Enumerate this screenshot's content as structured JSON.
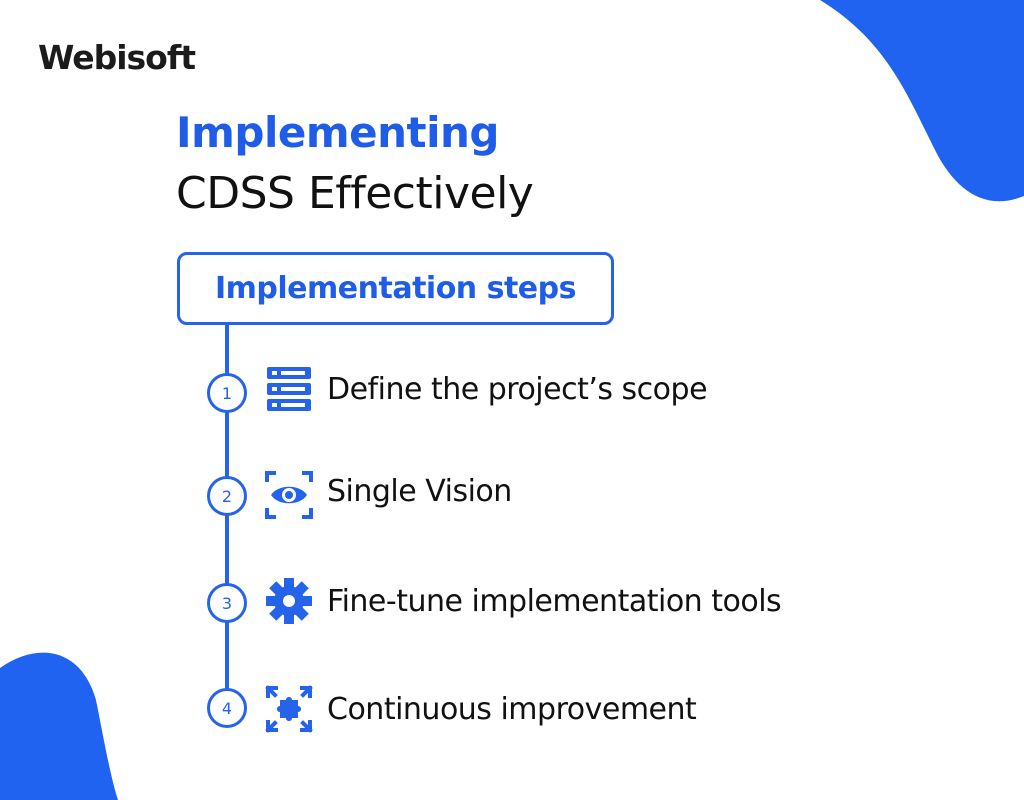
{
  "brand": {
    "name": "Webisoft"
  },
  "title": {
    "line1": "Implementing",
    "line2": "CDSS Effectively"
  },
  "box_label": "Implementation steps",
  "steps": [
    {
      "number": "1",
      "icon": "server-stack-icon",
      "label": "Define the project’s scope"
    },
    {
      "number": "2",
      "icon": "eye-focus-icon",
      "label": "Single Vision"
    },
    {
      "number": "3",
      "icon": "gear-icon",
      "label": "Fine-tune implementation tools"
    },
    {
      "number": "4",
      "icon": "expand-puzzle-icon",
      "label": "Continuous improvement"
    }
  ],
  "colors": {
    "accent": "#1f5ce8",
    "line": "#2563eb",
    "text": "#111111"
  }
}
